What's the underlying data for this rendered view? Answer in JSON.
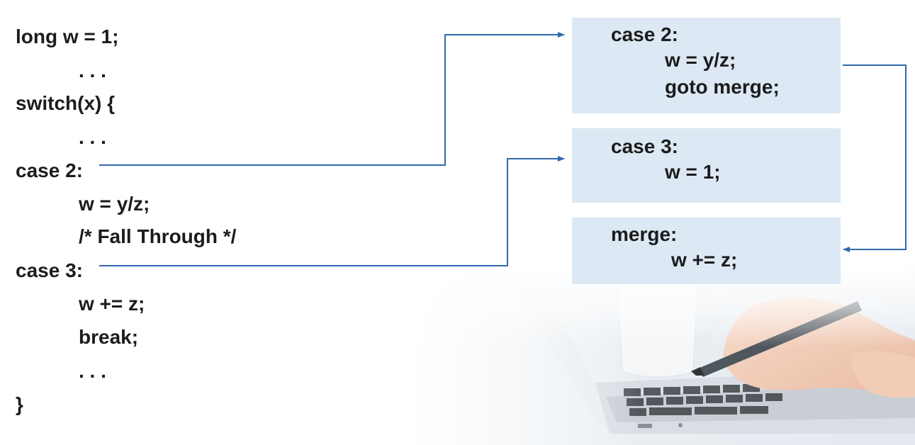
{
  "code": {
    "line1": "long w = 1;",
    "line2": ". . .",
    "line3": "switch(x) {",
    "line4": ". . .",
    "line5": "case 2:",
    "line6": "w = y/z;",
    "line7": "/* Fall Through */",
    "line8": "case 3:",
    "line9": "w += z;",
    "line10": "break;",
    "line11": ". . .",
    "line12": "}"
  },
  "boxes": {
    "case2": {
      "label": "case 2:",
      "stmt1": "w = y/z;",
      "stmt2": "goto merge;"
    },
    "case3": {
      "label": "case 3:",
      "stmt1": "w = 1;"
    },
    "merge": {
      "label": "merge:",
      "stmt1": "w += z;"
    }
  },
  "colors": {
    "arrow": "#2e6aab",
    "box_fill": "#dce8f3",
    "text": "#1c1c1c"
  }
}
